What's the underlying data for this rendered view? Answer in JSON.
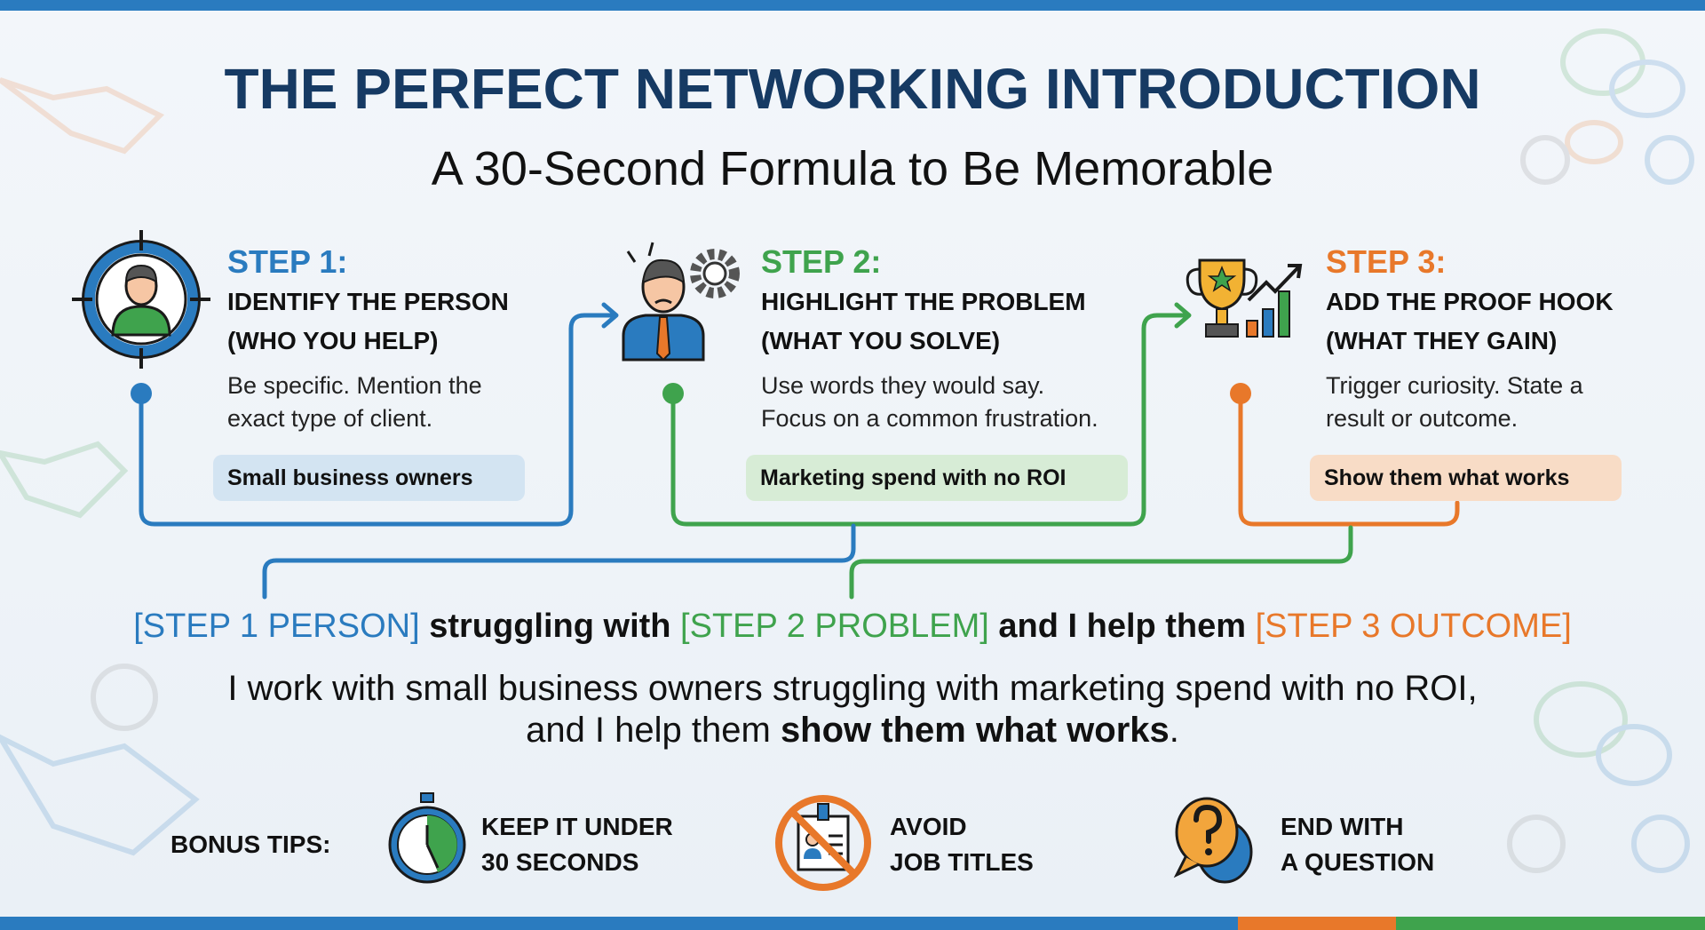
{
  "title": "THE PERFECT NETWORKING INTRODUCTION",
  "subtitle": "A 30-Second Formula to Be Memorable",
  "colors": {
    "navy": "#163a63",
    "blue": "#2a7bbf",
    "green": "#3fa34d",
    "orange": "#e8782a"
  },
  "steps": [
    {
      "label": "STEP 1:",
      "line1": "IDENTIFY THE PERSON",
      "line2": "(WHO YOU HELP)",
      "desc1": "Be specific. Mention the",
      "desc2": "exact type of client.",
      "example": "Small business owners",
      "icon": "target-person-icon"
    },
    {
      "label": "STEP 2:",
      "line1": "HIGHLIGHT THE PROBLEM",
      "line2": "(WHAT YOU SOLVE)",
      "desc1": "Use words they would say.",
      "desc2": "Focus on a common frustration.",
      "example": "Marketing spend with no ROI",
      "icon": "frustrated-person-gear-icon"
    },
    {
      "label": "STEP 3:",
      "line1": "ADD THE PROOF HOOK",
      "line2": "(WHAT THEY GAIN)",
      "desc1": "Trigger curiosity. State a",
      "desc2": "result or outcome.",
      "example": "Show them what works",
      "icon": "trophy-growth-chart-icon"
    }
  ],
  "formula": {
    "p1": "[STEP 1 PERSON]",
    "t1": " struggling with ",
    "p2": "[STEP 2 PROBLEM]",
    "t2": " and I help them ",
    "p3": "[STEP 3 OUTCOME]"
  },
  "example": {
    "line1": "I work with small business owners struggling with marketing spend with no ROI,",
    "line2_pre": "and I help them ",
    "line2_bold": "show them what works",
    "line2_post": "."
  },
  "bonus": {
    "label": "BONUS TIPS:",
    "tips": [
      {
        "line1": "KEEP IT UNDER",
        "line2": "30 SECONDS",
        "icon": "stopwatch-icon"
      },
      {
        "line1": "AVOID",
        "line2": "JOB TITLES",
        "icon": "no-id-badge-icon"
      },
      {
        "line1": "END WITH",
        "line2": "A QUESTION",
        "icon": "question-speech-bubble-icon"
      }
    ]
  }
}
